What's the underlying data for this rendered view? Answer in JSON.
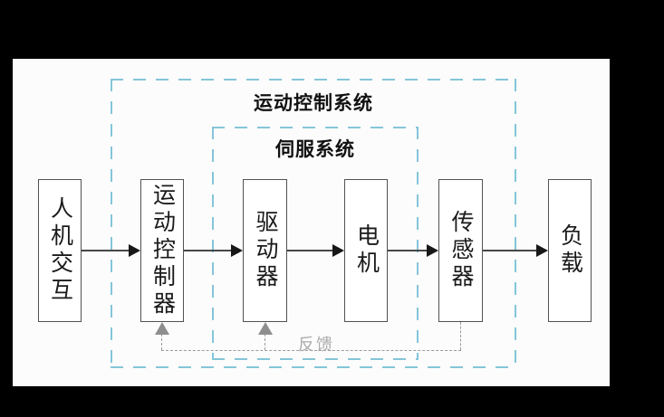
{
  "diagram": {
    "outer_system_title": "运动控制系统",
    "inner_system_title": "伺服系统",
    "blocks": [
      {
        "id": "human-machine-interaction",
        "label": "人机交互"
      },
      {
        "id": "motion-controller",
        "label": "运动控制器"
      },
      {
        "id": "driver",
        "label": "驱动器"
      },
      {
        "id": "motor",
        "label": "电机"
      },
      {
        "id": "sensor",
        "label": "传感器"
      },
      {
        "id": "load",
        "label": "负载"
      }
    ],
    "feedback_label": "反馈"
  },
  "colors": {
    "page-bg": "#000000",
    "canvas-bg": "#fcfcfc",
    "accent": "#85c5d9",
    "block-border": "#525252",
    "arrow": "#474747",
    "arrowhead": "#171717",
    "feedback": "#9a9a9a",
    "feedback-arrow": "#8e8e8e",
    "feedback-text": "#ababab"
  }
}
